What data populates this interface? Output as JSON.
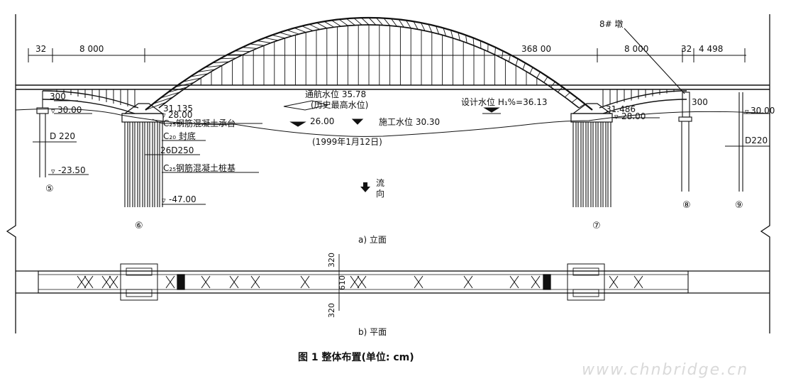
{
  "elevation": {
    "dims": {
      "d32_left": "32",
      "d8000_left": "8 000",
      "d36800": "368 00",
      "d8000_right": "8 000",
      "d32_right": "32",
      "d4498": "4 498",
      "pier8_label": "8# 墩"
    },
    "left": {
      "w300": "300",
      "elev_30_left": "30.00",
      "d220_left": "D 220",
      "elev_m23": "-23.50",
      "pier5": "⑤",
      "elev_31135": "31.135",
      "elev_28_left": "28.00",
      "pile_cap": "C₂₅钢筋混凝土承台",
      "seal": "C₂₀ 封底",
      "piles_26": "26D250",
      "pile_found": "C₂₅钢筋混凝土桩基",
      "elev_m47": "-47.00",
      "pier6": "⑥"
    },
    "water": {
      "nav_level": "通航水位 35.78",
      "hist_high": "(历史最高水位)",
      "level_26": "26.00",
      "construction": "施工水位 30.30",
      "date": "(1999年1月12日)",
      "flow_1": "流",
      "flow_2": "向",
      "design_level": "设计水位 H₁%=36.13"
    },
    "right": {
      "elev_31486": "31.486",
      "elev_28_right": "28.00",
      "w300_right": "300",
      "elev_30_right": "30.00",
      "d220_right": "D220",
      "pier7": "⑦",
      "pier8": "⑧",
      "pier9": "⑨"
    },
    "caption": "a) 立面"
  },
  "plan": {
    "w320_top": "320",
    "w610": "610",
    "w320_bottom": "320",
    "caption": "b) 平面"
  },
  "figure_title": "图 1    整体布置(单位: cm)",
  "watermark": "www.chnbridge.cn"
}
